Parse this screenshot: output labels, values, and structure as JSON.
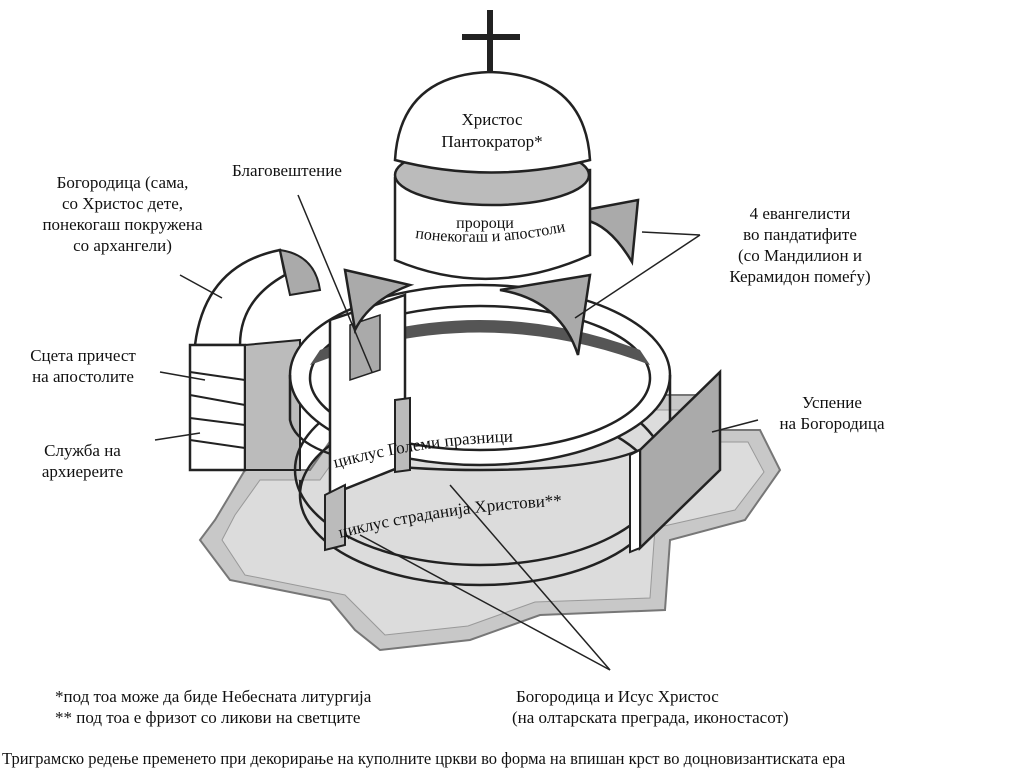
{
  "dome": {
    "lines": [
      "Христос",
      "Пантократор*"
    ]
  },
  "drum": {
    "lines": [
      "пророци",
      "понекогаш и апостоли"
    ]
  },
  "upper_ring": {
    "text": "циклус Големи празници"
  },
  "lower_ring": {
    "text": "циклус страданија Христови**"
  },
  "labels": {
    "bogorodica": [
      "Богородица (сама,",
      "со Христос дете,",
      "понекогаш покружена",
      "со архангели)"
    ],
    "blagoveshtenie": [
      "Благовештение"
    ],
    "evangelisti": [
      "4 евангелисти",
      "во пандатифите",
      "(со Мандилион и",
      " Керамидон помеѓу)"
    ],
    "pricest": [
      "Сцета причест",
      "на апостолите"
    ],
    "sluzba": [
      "Служба на",
      "архиереите"
    ],
    "uspenie": [
      "Успение",
      "на Богородица"
    ],
    "bogorodica_isus": [
      "Богородица и Исус Христос",
      "(на олтарската преграда, иконостасот)"
    ]
  },
  "footnotes": [
    "*под тоа може да биде Небесната литургија",
    "** под тоа е фризот со ликови на светците"
  ],
  "caption": "Триграмско редење пременето при декорирање на куполните цркви во форма на впишан крст во доцновизантиската ера"
}
